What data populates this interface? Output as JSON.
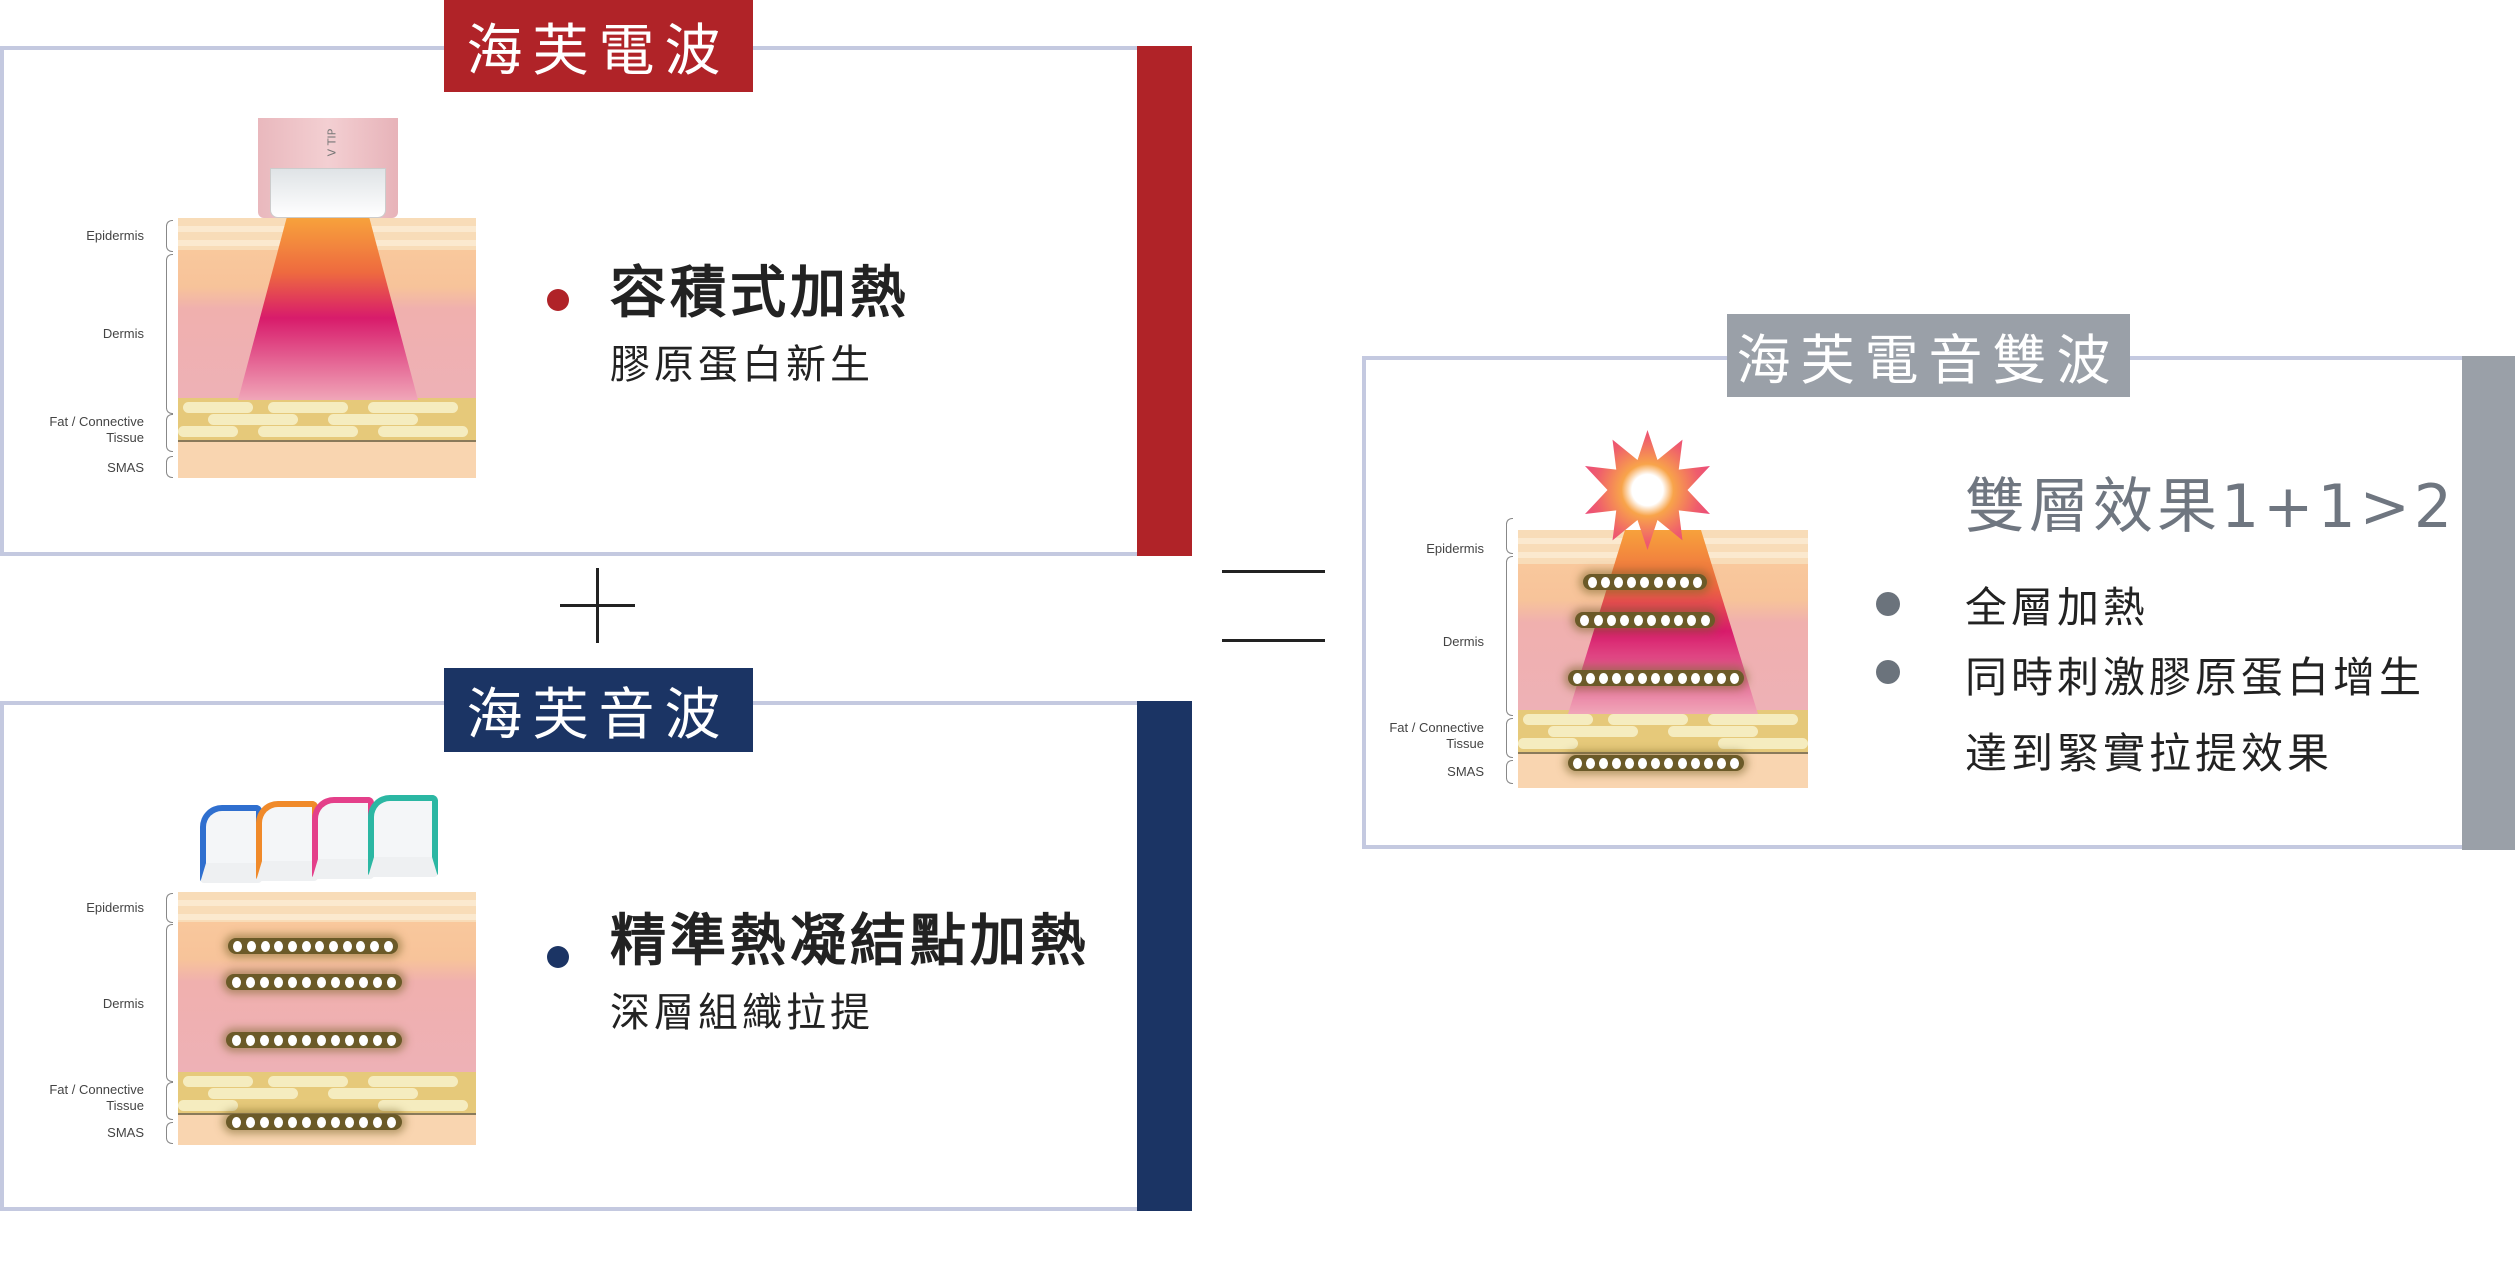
{
  "rf": {
    "tag": "海芙電波",
    "heading": "容積式加熱",
    "sub": "膠原蛋白新生",
    "color": "#b02328",
    "device_label": "V TIP"
  },
  "us": {
    "tag": "海芙音波",
    "heading": "精準熱凝結點加熱",
    "sub": "深層組織拉提",
    "color": "#1b3464"
  },
  "combo": {
    "tag": "海芙電音雙波",
    "heading": "雙層效果1+1>2",
    "bullets": [
      "全層加熱",
      "同時刺激膠原蛋白增生"
    ],
    "line3": "達到緊實拉提效果",
    "color": "#9aa0a8"
  },
  "operators": {
    "plus": "+",
    "equals": "="
  },
  "skin_labels": {
    "epidermis": "Epidermis",
    "dermis": "Dermis",
    "fat1": "Fat / Connective",
    "fat2": "Tissue",
    "smas": "SMAS"
  }
}
